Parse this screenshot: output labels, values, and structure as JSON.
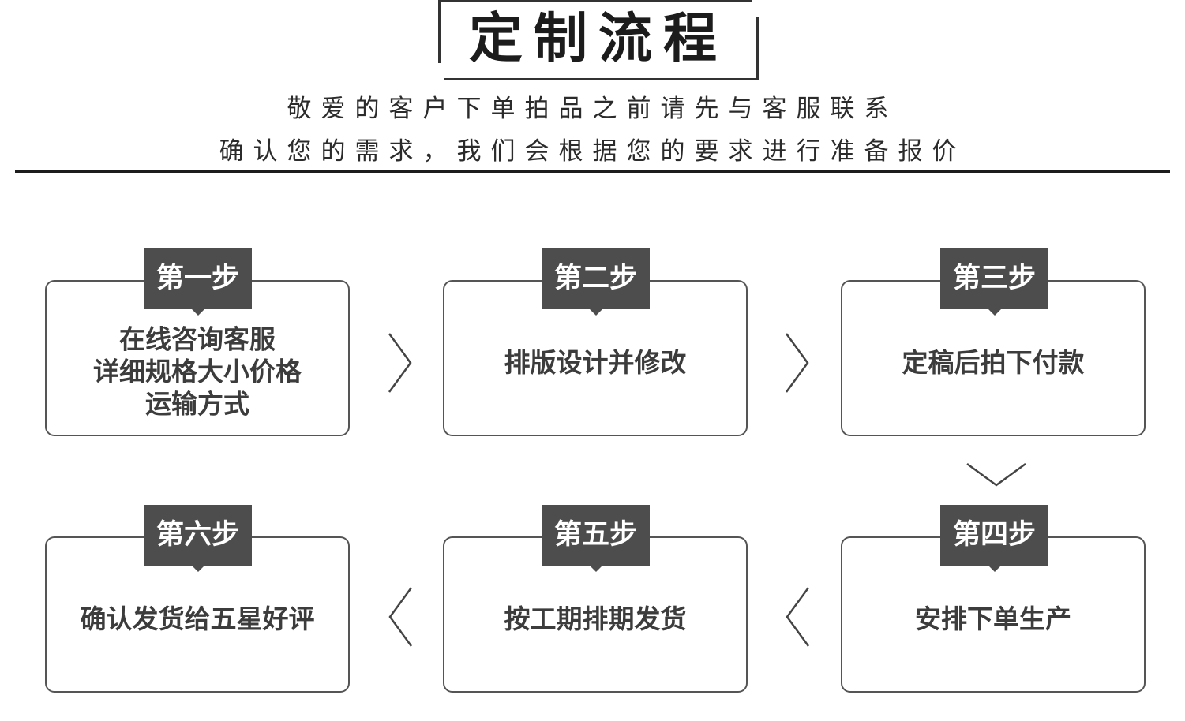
{
  "title": "定制流程",
  "intro": {
    "line1": "敬爱的客户下单拍品之前请先与客服联系",
    "line2": "确认您的需求，我们会根据您的要求进行准备报价"
  },
  "steps": [
    {
      "label": "第一步",
      "lines": [
        "在线咨询客服",
        "详细规格大小价格",
        "运输方式"
      ]
    },
    {
      "label": "第二步",
      "lines": [
        "排版设计并修改"
      ]
    },
    {
      "label": "第三步",
      "lines": [
        "定稿后拍下付款"
      ]
    },
    {
      "label": "第四步",
      "lines": [
        "安排下单生产"
      ]
    },
    {
      "label": "第五步",
      "lines": [
        "按工期排期发货"
      ]
    },
    {
      "label": "第六步",
      "lines": [
        "确认发货给五星好评"
      ]
    }
  ],
  "arrows": [
    "chevron-right-icon",
    "chevron-right-icon",
    "chevron-down-icon",
    "chevron-left-icon",
    "chevron-left-icon"
  ],
  "colors": {
    "badge": "#4d4d4d",
    "border": "#555555",
    "divider": "#1d1d1d",
    "text": "#3c3c3c"
  }
}
